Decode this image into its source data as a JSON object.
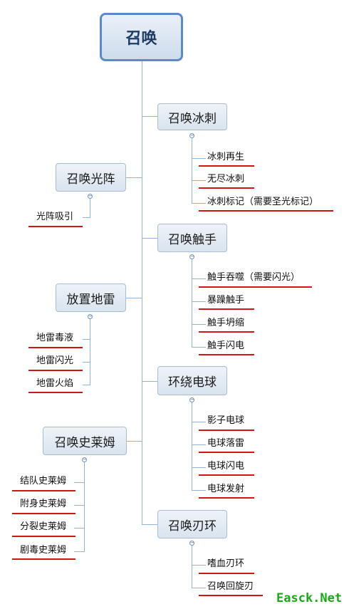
{
  "root": "召唤",
  "branches": [
    {
      "label": "召唤冰刺",
      "leaves": [
        "冰刺再生",
        "无尽冰刺",
        "冰刺标记（需要圣光标记）"
      ]
    },
    {
      "label": "召唤光阵",
      "leaves": [
        "光阵吸引"
      ]
    },
    {
      "label": "召唤触手",
      "leaves": [
        "触手吞噬（需要闪光）",
        "暴躁触手",
        "触手坍缩",
        "触手闪电"
      ]
    },
    {
      "label": "放置地雷",
      "leaves": [
        "地雷毒液",
        "地雷闪光",
        "地雷火焰"
      ]
    },
    {
      "label": "环绕电球",
      "leaves": [
        "影子电球",
        "电球落雷",
        "电球闪电",
        "电球发射"
      ]
    },
    {
      "label": "召唤史莱姆",
      "leaves": [
        "结队史莱姆",
        "附身史莱姆",
        "分裂史莱姆",
        "剧毒史莱姆"
      ]
    },
    {
      "label": "召唤刃环",
      "leaves": [
        "嗜血刃环",
        "召唤回旋刃"
      ]
    }
  ],
  "watermark": "Easck.Net",
  "colors": {
    "connector": "#8fb6d8",
    "underline": "#d01515",
    "root_border": "#5b8bc7",
    "watermark": "#19a818"
  }
}
